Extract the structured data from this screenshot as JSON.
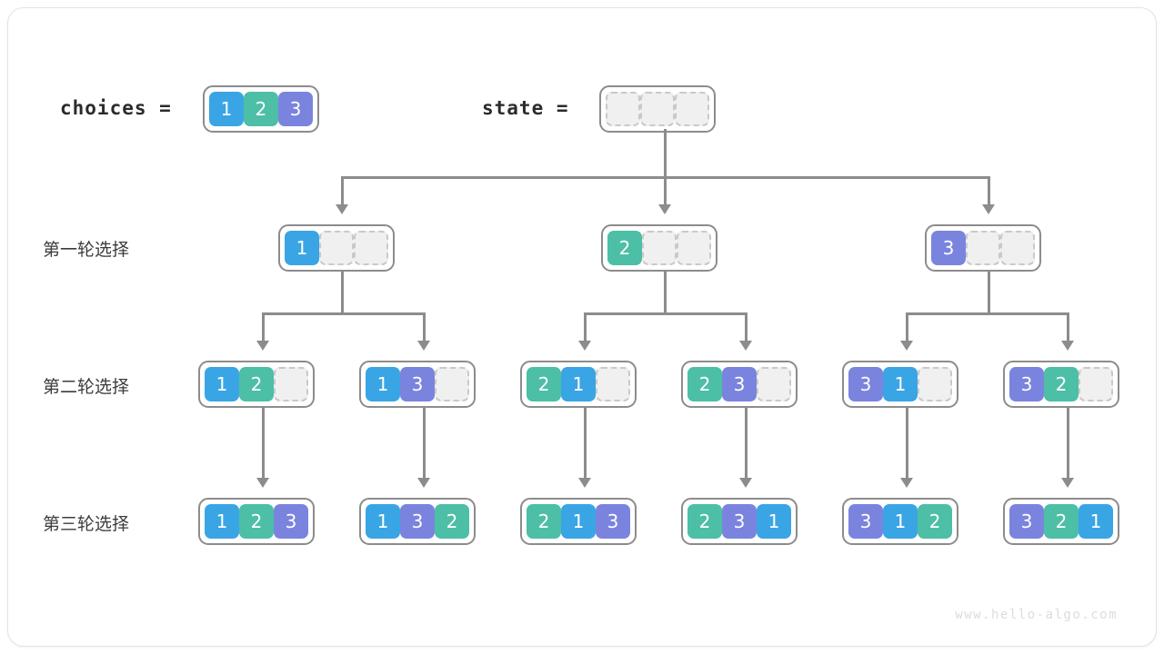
{
  "figure": {
    "title_choices": "choices =",
    "title_state": "state =",
    "watermark": "www.hello-algo.com"
  },
  "colors": {
    "value_1": "#3aa5e4",
    "value_2": "#4cbfa6",
    "value_3": "#7a84de",
    "empty_cell": "#f0f0f0",
    "border": "#8c8c8c",
    "connector": "#8c8c8c"
  },
  "choices": {
    "label": "choices =",
    "cells": [
      "1",
      "2",
      "3"
    ]
  },
  "state": {
    "label": "state =",
    "cells": [
      "",
      "",
      ""
    ]
  },
  "rows": [
    {
      "label": "第一轮选择",
      "nodes": [
        {
          "cells": [
            "1",
            "",
            ""
          ]
        },
        {
          "cells": [
            "2",
            "",
            ""
          ]
        },
        {
          "cells": [
            "3",
            "",
            ""
          ]
        }
      ]
    },
    {
      "label": "第二轮选择",
      "nodes": [
        {
          "cells": [
            "1",
            "2",
            ""
          ]
        },
        {
          "cells": [
            "1",
            "3",
            ""
          ]
        },
        {
          "cells": [
            "2",
            "1",
            ""
          ]
        },
        {
          "cells": [
            "2",
            "3",
            ""
          ]
        },
        {
          "cells": [
            "3",
            "1",
            ""
          ]
        },
        {
          "cells": [
            "3",
            "2",
            ""
          ]
        }
      ]
    },
    {
      "label": "第三轮选择",
      "nodes": [
        {
          "cells": [
            "1",
            "2",
            "3"
          ]
        },
        {
          "cells": [
            "1",
            "3",
            "2"
          ]
        },
        {
          "cells": [
            "2",
            "1",
            "3"
          ]
        },
        {
          "cells": [
            "2",
            "3",
            "1"
          ]
        },
        {
          "cells": [
            "3",
            "1",
            "2"
          ]
        },
        {
          "cells": [
            "3",
            "2",
            "1"
          ]
        }
      ]
    }
  ]
}
